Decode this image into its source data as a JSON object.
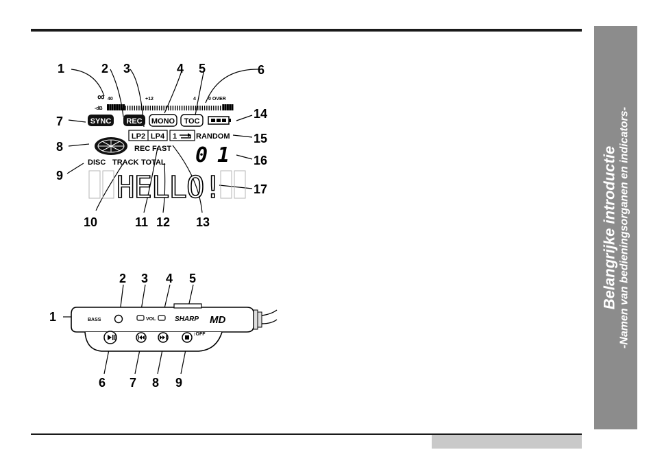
{
  "sidebar": {
    "title": "Belangrijke introductie",
    "subtitle": "-Namen van bedieningsorganen en indicators-"
  },
  "display": {
    "callouts": [
      "1",
      "2",
      "3",
      "4",
      "5",
      "6",
      "7",
      "8",
      "9",
      "10",
      "11",
      "12",
      "13",
      "14",
      "15",
      "16",
      "17"
    ],
    "meter": {
      "infinity": "∞",
      "db": "-dB",
      "s40": "40",
      "s12": "+12",
      "s4": "4",
      "over": "0 OVER"
    },
    "labels": {
      "sync": "SYNC",
      "rec_badge": "REC",
      "mono": "MONO",
      "toc": "TOC",
      "lp2": "LP2",
      "lp4": "LP4",
      "repeat": "1",
      "random": "RANDOM",
      "rec": "REC",
      "fast": "FAST",
      "disc": "DISC",
      "track": "TRACK",
      "total": "TOTAL"
    },
    "track_number": "01",
    "text_display": "HELLO!"
  },
  "remote": {
    "callouts": [
      "1",
      "2",
      "3",
      "4",
      "5",
      "6",
      "7",
      "8",
      "9"
    ],
    "labels": {
      "bass": "BASS",
      "vol": "VOL",
      "brand": "SHARP",
      "md": "MD",
      "off": "↕OFF"
    }
  }
}
